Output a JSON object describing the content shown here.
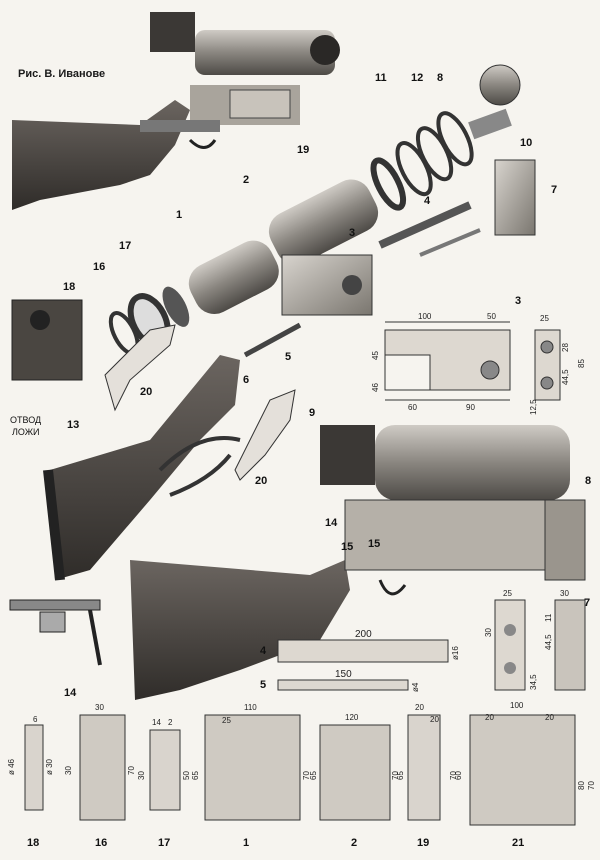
{
  "caption": "Рис. В. Иванове",
  "side_label": [
    "ОТВОД",
    "ЛОЖИ"
  ],
  "callouts": [
    "1",
    "2",
    "3",
    "4",
    "5",
    "6",
    "7",
    "8",
    "9",
    "10",
    "11",
    "12",
    "13",
    "14",
    "15",
    "16",
    "17",
    "18",
    "19",
    "20",
    "20",
    "3",
    "7",
    "8",
    "14",
    "15",
    "4",
    "5"
  ],
  "dims_part3": [
    "100",
    "50",
    "25",
    "45",
    "46",
    "60",
    "90",
    "28",
    "44,5",
    "85",
    "12,5"
  ],
  "dims_part7": [
    "25",
    "30",
    "30",
    "44,5",
    "34,5",
    "11"
  ],
  "dims_part4": [
    "200",
    "ø16"
  ],
  "dims_part5": [
    "150",
    "ø4"
  ],
  "bottom_dims": {
    "p18": [
      "6",
      "ø 46",
      "ø 30"
    ],
    "p16": [
      "30",
      "30",
      "70"
    ],
    "p17": [
      "14",
      "2",
      "30",
      "50"
    ],
    "p1": [
      "25",
      "110",
      "65",
      "70"
    ],
    "p2": [
      "120",
      "65",
      "70"
    ],
    "p19": [
      "20",
      "20",
      "65",
      "70"
    ],
    "p21": [
      "100",
      "20",
      "20",
      "60",
      "80",
      "70"
    ]
  },
  "bottom_labels": [
    "18",
    "16",
    "17",
    "1",
    "2",
    "19",
    "21"
  ],
  "colors": {
    "ink": "#2b2b2b",
    "wood": "#4a4540",
    "metal": "#8e8b86",
    "paper": "#f6f4ef"
  }
}
